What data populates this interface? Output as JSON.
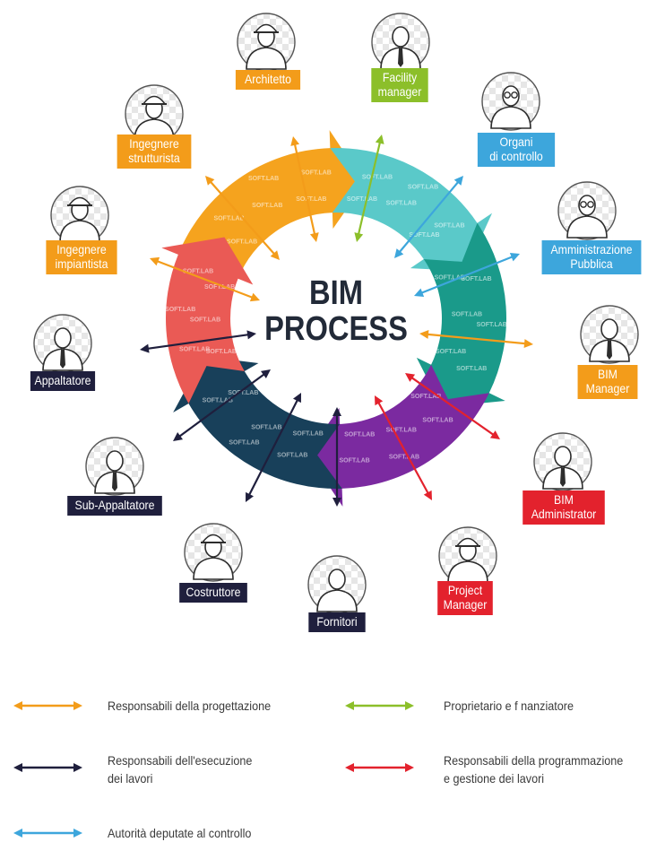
{
  "title": {
    "line1": "BIM",
    "line2": "PROCESS"
  },
  "watermark": "SOFT.LAB",
  "colors": {
    "orange": "#f39c1a",
    "green": "#8cbf2a",
    "blue": "#3da6dc",
    "navy": "#1f1f3d",
    "red": "#e3222d",
    "ring_orange": "#f5a31e",
    "ring_teal_light": "#5ac9c9",
    "ring_teal_dark": "#1a9a8a",
    "ring_purple": "#7b2aa0",
    "ring_navy": "#18405a",
    "ring_red": "#ea5a55"
  },
  "roles": [
    {
      "label": "Architetto",
      "icon": "worker-hardhat-icon",
      "color": "orange"
    },
    {
      "label": "Facility\nmanager",
      "icon": "businessman-tie-icon",
      "color": "green"
    },
    {
      "label": "Organi\ndi controllo",
      "icon": "person-glasses-icon",
      "color": "blue"
    },
    {
      "label": "Amministrazione\nPubblica",
      "icon": "person-glasses-icon",
      "color": "blue"
    },
    {
      "label": "BIM\nManager",
      "icon": "businessman-tie-icon",
      "color": "orange"
    },
    {
      "label": "BIM\nAdministrator",
      "icon": "businessman-tie-icon",
      "color": "red"
    },
    {
      "label": "Project\nManager",
      "icon": "worker-hardhat-icon",
      "color": "red"
    },
    {
      "label": "Fornitori",
      "icon": "person-icon",
      "color": "navy"
    },
    {
      "label": "Costruttore",
      "icon": "worker-hardhat-icon",
      "color": "navy"
    },
    {
      "label": "Sub-Appaltatore",
      "icon": "businessman-tie-icon",
      "color": "navy"
    },
    {
      "label": "Appaltatore",
      "icon": "businessman-tie-icon",
      "color": "navy"
    },
    {
      "label": "Ingegnere\nimpiantista",
      "icon": "worker-hardhat-icon",
      "color": "orange"
    },
    {
      "label": "Ingegnere\nstrutturista",
      "icon": "worker-hardhat-icon",
      "color": "orange"
    }
  ],
  "legend": [
    {
      "color": "orange",
      "text": "Responsabili della progettazione"
    },
    {
      "color": "green",
      "text": "Proprietario e f nanziatore"
    },
    {
      "color": "navy",
      "text": "Responsabili dell'esecuzione\ndei lavori"
    },
    {
      "color": "red",
      "text": "Responsabili della programmazione\ne gestione dei lavori"
    },
    {
      "color": "blue",
      "text": "Autorità deputate al controllo"
    }
  ]
}
